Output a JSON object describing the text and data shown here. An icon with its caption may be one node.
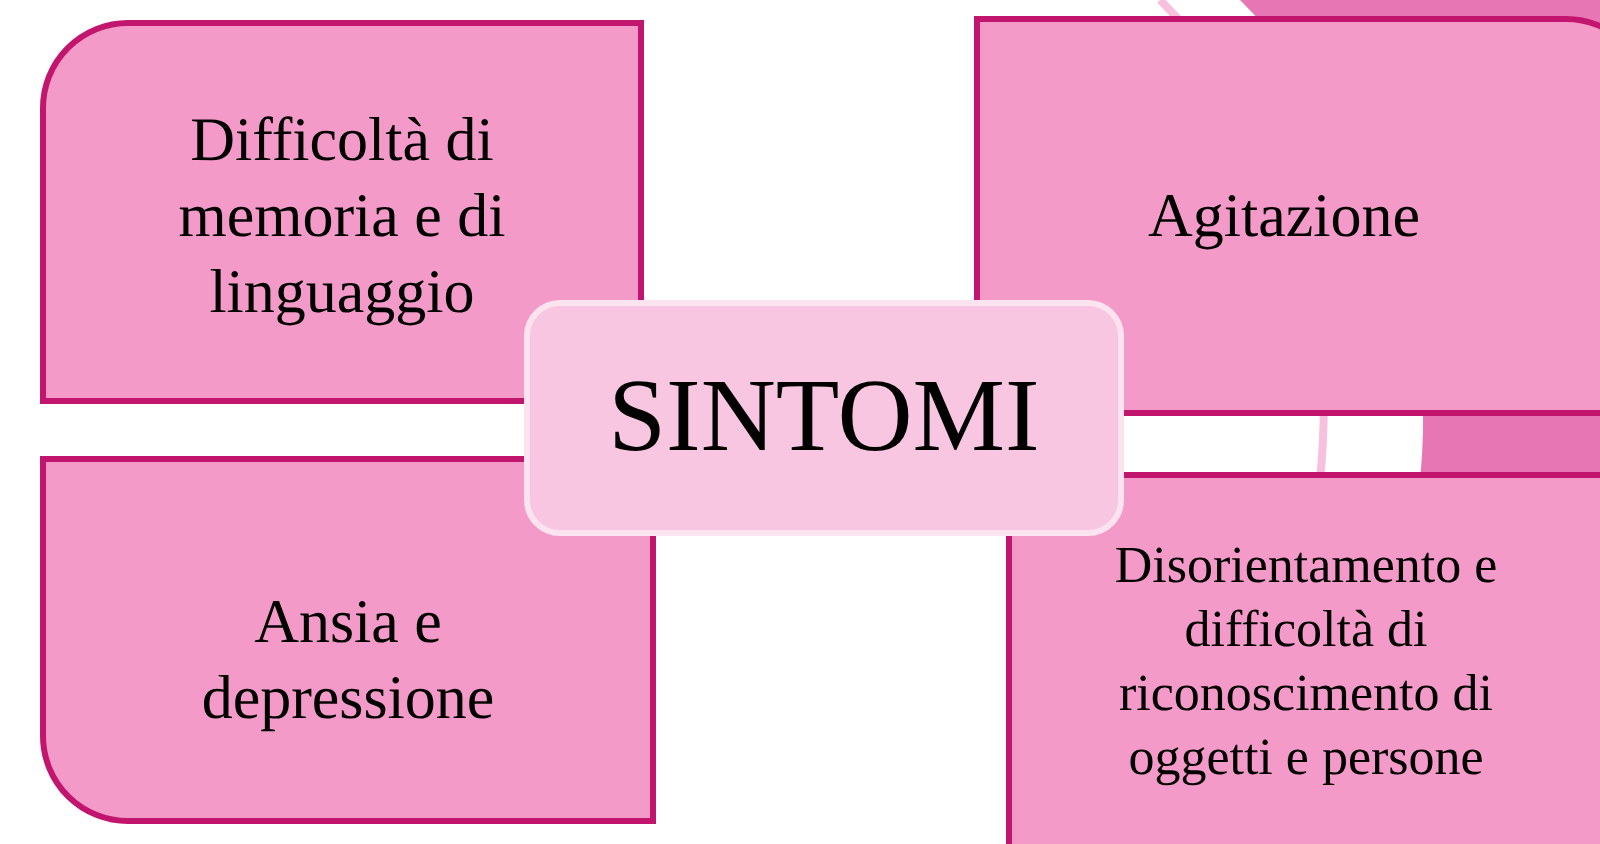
{
  "diagram": {
    "nodes": [
      {
        "text": [
          "Difficoltà di memoria e di linguaggio"
        ]
      },
      {
        "text": [
          "Agitazione"
        ]
      },
      {
        "text": [
          "SINTOMI"
        ]
      },
      {
        "text": [
          "Ansia e depressione"
        ]
      },
      {
        "text": [
          "Disorientamento e difficoltà di riconoscimento di oggetti e persone"
        ]
      }
    ]
  }
}
